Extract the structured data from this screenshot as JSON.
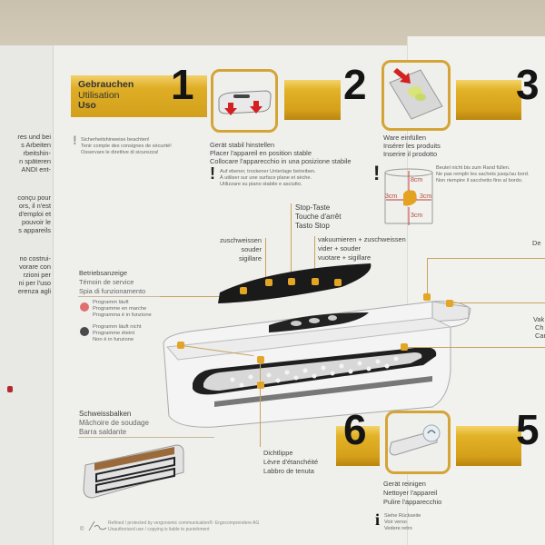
{
  "left_column_text": [
    "res und bei",
    "s Arbeiten",
    "rbeitshin-",
    "n späteren",
    "ANDI ent-",
    "",
    "conçu pour",
    "ors, il n'est",
    "d'emploi et",
    "pouvoir le",
    "s appareils",
    "",
    "no costrui-",
    "vorare con",
    "rzioni per",
    "ni per l'uso",
    "erenza agli"
  ],
  "section_header": {
    "de": "Gebrauchen",
    "fr": "Utilisation",
    "it": "Uso"
  },
  "steps": [
    {
      "number": "1"
    },
    {
      "number": "2",
      "title_de": "Gerät stabil hinstellen",
      "title_fr": "Placer l'appareil en position stable",
      "title_it": "Collocare l'apparecchio in una posizione stabile",
      "note_de": "Auf ebener, trockener Unterlage betreiben.",
      "note_fr": "À utiliser sur une surface plane et sèche.",
      "note_it": "Utilizzare su piano stabile e asciutto."
    },
    {
      "number": "3",
      "title_de": "Ware einfüllen",
      "title_fr": "Insérer les produits",
      "title_it": "Inserire il prodotto",
      "note_de": "Beutel nicht bis zum Rand füllen.",
      "note_fr": "Ne pas remplir les sachets jusqu'au bord.",
      "note_it": "Non riempire il sacchetto fino al bordo."
    },
    {
      "number": "6",
      "title_de": "Gerät reinigen",
      "title_fr": "Nettoyer l'appareil",
      "title_it": "Pulire l'apparecchio",
      "info_de": "Siehe Rückseite",
      "info_fr": "Voir verso",
      "info_it": "Vedere retro"
    },
    {
      "number": "5"
    }
  ],
  "safety_note": {
    "de": "Sicherheitshinweise beachten!",
    "fr": "Tenir compte des consignes de sécurité!",
    "it": "Osservare le direttive di sicurezza!"
  },
  "bag_diagram": {
    "top": "8cm",
    "left": "3cm",
    "right": "3cm",
    "bottom": "3cm"
  },
  "callouts": {
    "stop": {
      "de": "Stop-Taste",
      "fr": "Touche d'arrêt",
      "it": "Tasto Stop"
    },
    "seal": {
      "de": "zuschweissen",
      "fr": "souder",
      "it": "sigillare"
    },
    "vacuum_seal": {
      "de": "vakuumieren + zuschweissen",
      "fr": "vider + souder",
      "it": "vuotare + sigillare"
    },
    "indicator": {
      "de": "Betriebsanzeige",
      "fr": "Témoin de service",
      "it": "Spia di funzionamento"
    },
    "running": {
      "de": "Programm läuft",
      "fr": "Programme en marche",
      "it": "Programma è in funzione"
    },
    "not_running": {
      "de": "Programm läuft nicht",
      "fr": "Programme éteint",
      "it": "Non è in funzione"
    },
    "sealing_bar": {
      "de": "Schweissbalken",
      "fr": "Mâchoire de soudage",
      "it": "Barra saldante"
    },
    "gasket": {
      "de": "Dichtlippe",
      "fr": "Lèvre d'étanchéité",
      "it": "Labbro de tenuta"
    },
    "right_partial": [
      "Vak",
      "Ch",
      "Can"
    ],
    "right_partial_top": "De"
  },
  "footer": {
    "line1": "Refined / protected by vergonomic communication®‐ Ergocomprendere AG",
    "line2": "Unauthorized use / copying is liable to punishment",
    "copyright": "©"
  },
  "colors": {
    "gold": "#d6a01a",
    "gold_border": "#d5a437",
    "paper": "#efefec",
    "red_indicator": "#e07070",
    "dark_indicator": "#4a4a4a"
  }
}
